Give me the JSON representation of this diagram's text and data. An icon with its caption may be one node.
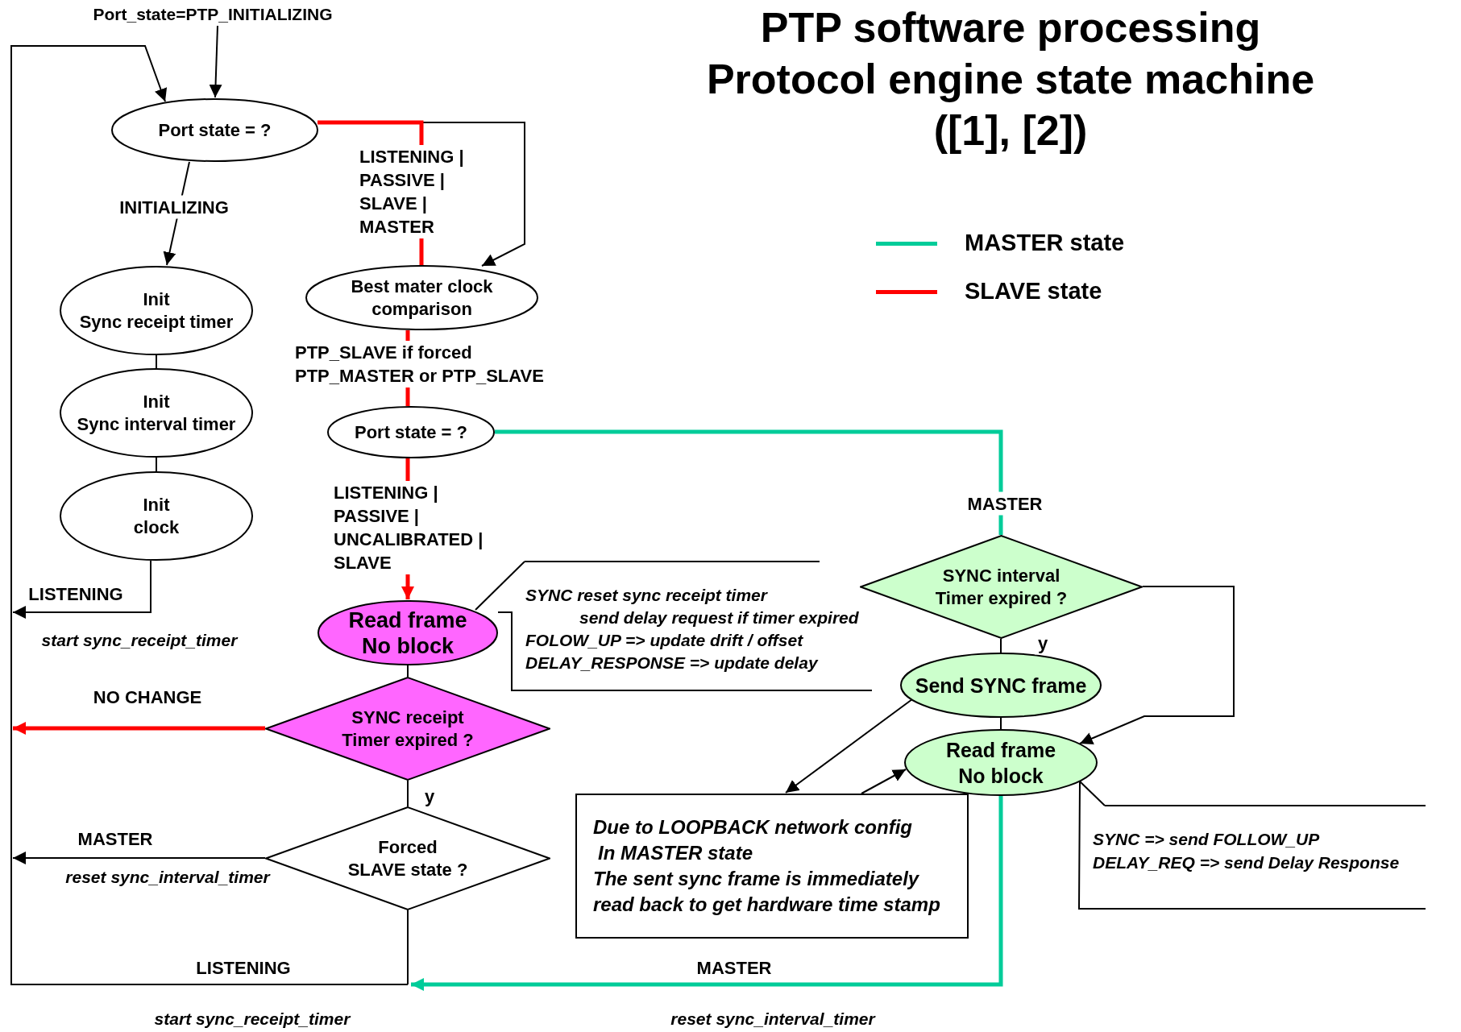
{
  "diagram": {
    "title": "PTP software processing Protocol engine state machine ([1], [2])",
    "nodes": [
      {
        "text": [
          "Port_state=PTP_INITIALIZING"
        ]
      },
      {
        "text": [
          "Port state = ?"
        ]
      },
      {
        "text": [
          "Init",
          "Sync receipt timer"
        ]
      },
      {
        "text": [
          "Init",
          "Sync interval timer"
        ]
      },
      {
        "text": [
          "Init",
          "clock"
        ]
      },
      {
        "text": [
          "Best mater clock comparison"
        ]
      },
      {
        "text": [
          "Port state = ?"
        ]
      },
      {
        "text": [
          "Read frame",
          "No block"
        ]
      },
      {
        "text": [
          "SYNC receipt",
          "Timer expired ?"
        ]
      },
      {
        "text": [
          "Forced",
          "SLAVE state ?"
        ]
      },
      {
        "text": [
          "SYNC interval",
          "Timer expired ?"
        ]
      },
      {
        "text": [
          "Send SYNC frame"
        ]
      },
      {
        "text": [
          "Read frame",
          "No block"
        ]
      },
      {
        "text": [
          "SYNC reset sync receipt timer",
          "send delay request if timer expired",
          "FOLOW_UP => update drift / offset",
          "DELAY_RESPONSE => update delay"
        ]
      },
      {
        "text": [
          "Due to LOOPBACK network config",
          "In MASTER state",
          "The sent sync frame is immediately read back to get hardware time stamp"
        ]
      },
      {
        "text": [
          "SYNC => send FOLLOW_UP",
          "DELAY_REQ => send Delay Response"
        ]
      }
    ],
    "edges": [
      {
        "from": 0,
        "to": 1,
        "arrow": "to"
      },
      {
        "from": 1,
        "to": 2,
        "arrow": "to",
        "label": "INITIALIZING"
      },
      {
        "from": 1,
        "to": 5,
        "arrow": "to"
      },
      {
        "from": 1,
        "to": 5,
        "arrow": "none",
        "label": "LISTENING | PASSIVE | SLAVE | MASTER",
        "style": "thick",
        "color": "#ff0000"
      },
      {
        "from": 2,
        "to": 3,
        "arrow": "none"
      },
      {
        "from": 3,
        "to": 4,
        "arrow": "none"
      },
      {
        "from": 4,
        "to": 1,
        "arrow": "to",
        "label": "LISTENING"
      },
      {
        "from": 5,
        "to": 6,
        "arrow": "none",
        "label": "PTP_SLAVE if forced PTP_MASTER or PTP_SLAVE",
        "style": "thick",
        "color": "#ff0000"
      },
      {
        "from": 6,
        "to": 7,
        "arrow": "to",
        "label": "LISTENING | PASSIVE | UNCALIBRATED | SLAVE",
        "style": "thick",
        "color": "#ff0000"
      },
      {
        "from": 6,
        "to": 10,
        "arrow": "none",
        "label": "MASTER",
        "style": "thick",
        "color": "#00cc99"
      },
      {
        "from": 7,
        "to": 8,
        "arrow": "none"
      },
      {
        "from": 8,
        "to": null,
        "arrow": "to",
        "label": "NO CHANGE",
        "style": "thick",
        "color": "#ff0000"
      },
      {
        "from": 8,
        "to": 9,
        "arrow": "none",
        "label": "y"
      },
      {
        "from": 9,
        "to": 1,
        "arrow": "to",
        "label": "MASTER"
      },
      {
        "from": 9,
        "to": 1,
        "arrow": "to",
        "label": "LISTENING"
      },
      {
        "from": 10,
        "to": 11,
        "arrow": "none",
        "label": "y"
      },
      {
        "from": 10,
        "to": 12,
        "arrow": "to"
      },
      {
        "from": 11,
        "to": 12,
        "arrow": "none"
      },
      {
        "from": 11,
        "to": 14,
        "arrow": "to"
      },
      {
        "from": 14,
        "to": 12,
        "arrow": "to"
      },
      {
        "from": 12,
        "to": null,
        "arrow": "to",
        "label": "MASTER",
        "style": "thick",
        "color": "#00cc99"
      },
      {
        "from": 13,
        "to": 7,
        "arrow": "none"
      },
      {
        "from": 15,
        "to": 12,
        "arrow": "none"
      }
    ],
    "labels": [
      "start sync_receipt_timer",
      "reset sync_interval_timer",
      "start sync_receipt_timer",
      "reset sync_interval_timer"
    ],
    "legend": [
      {
        "text": "MASTER state",
        "color": "#00cc99"
      },
      {
        "text": "SLAVE state",
        "color": "#ff0000"
      }
    ]
  }
}
